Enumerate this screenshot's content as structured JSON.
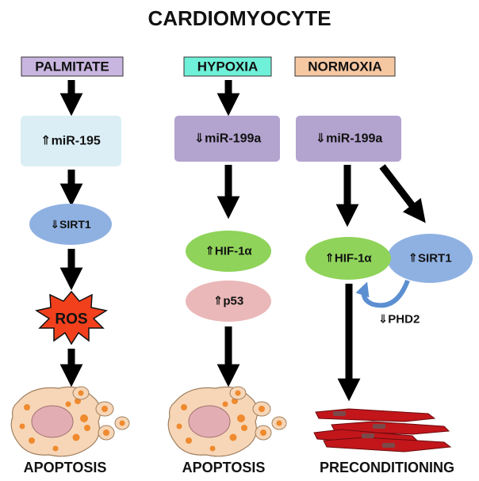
{
  "title": "CARDIOMYOCYTE",
  "columns": [
    {
      "header": "PALMITATE",
      "header_color": "#c9b6e0",
      "nodes": [
        "⇑miR-195",
        "⇓SIRT1",
        "ROS"
      ],
      "outcome": "APOPTOSIS"
    },
    {
      "header": "HYPOXIA",
      "header_color": "#6ff0d8",
      "nodes": [
        "⇓miR-199a",
        "⇑HIF-1α",
        "⇑p53"
      ],
      "outcome": "APOPTOSIS"
    },
    {
      "header": "NORMOXIA",
      "header_color": "#f6c8a2",
      "nodes": [
        "⇓miR-199a",
        "⇑HIF-1α",
        "⇑SIRT1"
      ],
      "feedback_label": "⇓PHD2",
      "outcome": "PRECONDITIONING"
    }
  ],
  "colors": {
    "mir195_box": "#dbeef5",
    "mir199a_box": "#b3a3cf",
    "sirt1_ellipse": "#8fb1e2",
    "hif_ellipse": "#8fd35a",
    "p53_ellipse": "#eab8b8",
    "ros_star": "#f2401d",
    "cell_body": "#f6d6b7",
    "cell_nucleus": "#e3aeb3",
    "cell_dots": "#ef8a2e",
    "muscle_fiber": "#c2161b",
    "curved_arrow": "#5b8fd1"
  }
}
